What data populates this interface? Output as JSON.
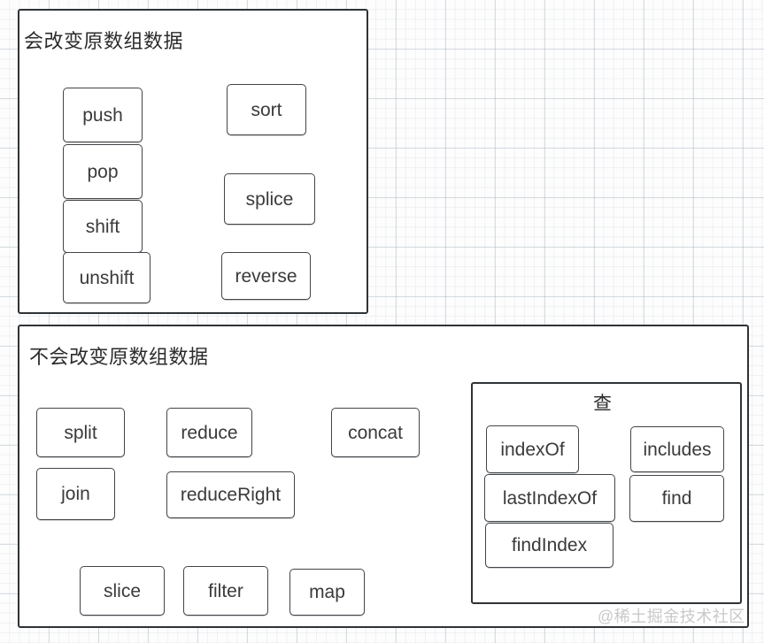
{
  "diagram": {
    "title_note": "JavaScript array methods mind map",
    "watermark": "@稀土掘金技术社区",
    "colors": {
      "node_border": "#414549",
      "group_border": "#2f3336",
      "text": "#3a3a3a",
      "background": "#fdfdfd",
      "watermark": "#c9c9c9"
    },
    "groups": [
      {
        "id": "mutating",
        "title": "会改变原数组数据",
        "nodes": [
          {
            "id": "push",
            "label": "push"
          },
          {
            "id": "pop",
            "label": "pop"
          },
          {
            "id": "shift",
            "label": "shift"
          },
          {
            "id": "unshift",
            "label": "unshift"
          },
          {
            "id": "sort",
            "label": "sort"
          },
          {
            "id": "splice",
            "label": "splice"
          },
          {
            "id": "reverse",
            "label": "reverse"
          }
        ]
      },
      {
        "id": "non-mutating",
        "title": "不会改变原数组数据",
        "nodes": [
          {
            "id": "split",
            "label": "split"
          },
          {
            "id": "reduce",
            "label": "reduce"
          },
          {
            "id": "concat",
            "label": "concat"
          },
          {
            "id": "join",
            "label": "join"
          },
          {
            "id": "reduceRight",
            "label": "reduceRight"
          },
          {
            "id": "slice",
            "label": "slice"
          },
          {
            "id": "filter",
            "label": "filter"
          },
          {
            "id": "map",
            "label": "map"
          }
        ],
        "subgroups": [
          {
            "id": "search",
            "title": "查",
            "nodes": [
              {
                "id": "indexOf",
                "label": "indexOf"
              },
              {
                "id": "lastIndexOf",
                "label": "lastIndexOf"
              },
              {
                "id": "findIndex",
                "label": "findIndex"
              },
              {
                "id": "includes",
                "label": "includes"
              },
              {
                "id": "find",
                "label": "find"
              }
            ]
          }
        ]
      }
    ]
  }
}
